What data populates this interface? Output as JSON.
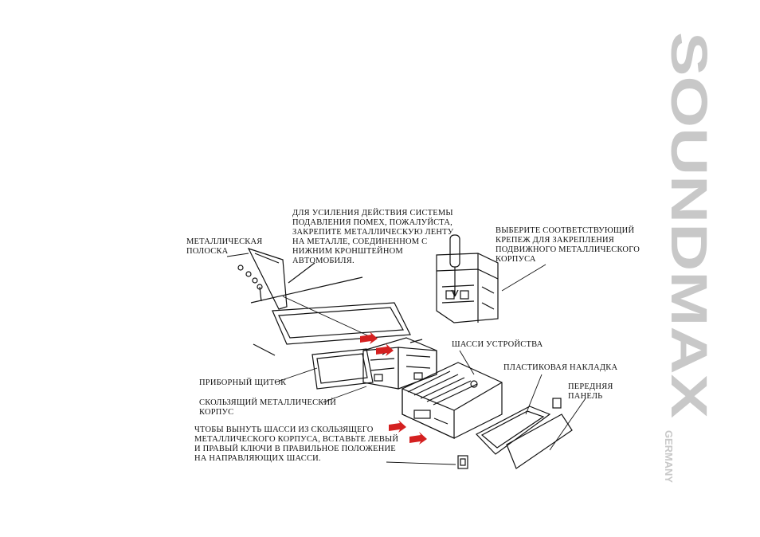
{
  "brand": {
    "name": "SOUNDMAX",
    "subtitle": "GERMANY",
    "color": "#c8c8c8"
  },
  "labels": {
    "metal_strip": [
      "МЕТАЛЛИЧЕСКАЯ",
      "ПОЛОСКА"
    ],
    "interference_note": [
      "ДЛЯ УСИЛЕНИЯ ДЕЙСТВИЯ СИСТЕМЫ",
      "ПОДАВЛЕНИЯ ПОМЕХ, ПОЖАЛУЙСТА,",
      "ЗАКРЕПИТЕ МЕТАЛЛИЧЕСКУЮ ЛЕНТУ",
      "НА МЕТАЛЛЕ, СОЕДИНЕННОМ С",
      "НИЖНИМ КРОНШТЕЙНОМ",
      "АВТОМОБИЛЯ."
    ],
    "select_fastener": [
      "ВЫБЕРИТЕ СООТВЕТСТВУЮЩИЙ",
      "КРЕПЕЖ ДЛЯ ЗАКРЕПЛЕНИЯ",
      "ПОДВИЖНОГО МЕТАЛЛИЧЕСКОГО",
      "КОРПУСА"
    ],
    "chassis": "ШАССИ УСТРОЙСТВА",
    "plastic_trim": "ПЛАСТИКОВАЯ НАКЛАДКА",
    "front_panel": [
      "ПЕРЕДНЯЯ",
      "ПАНЕЛЬ"
    ],
    "dashboard": "ПРИБОРНЫЙ ЩИТОК",
    "sliding_case": [
      "СКОЛЬЗЯЩИЙ МЕТАЛЛИЧЕСКИЙ",
      "КОРПУС"
    ],
    "remove_note": [
      "ЧТОБЫ ВЫНУТЬ ШАССИ ИЗ СКОЛЬЗЯЩЕГО",
      "МЕТАЛЛИЧЕСКОГО КОРПУСА, ВСТАВЬТЕ ЛЕВЫЙ",
      "И ПРАВЫЙ КЛЮЧИ В ПРАВИЛЬНОЕ ПОЛОЖЕНИЕ",
      "НА НАПРАВЛЯЮЩИХ ШАССИ."
    ]
  },
  "colors": {
    "line": "#111111",
    "arrow": "#d42020",
    "shade": "#333333"
  }
}
